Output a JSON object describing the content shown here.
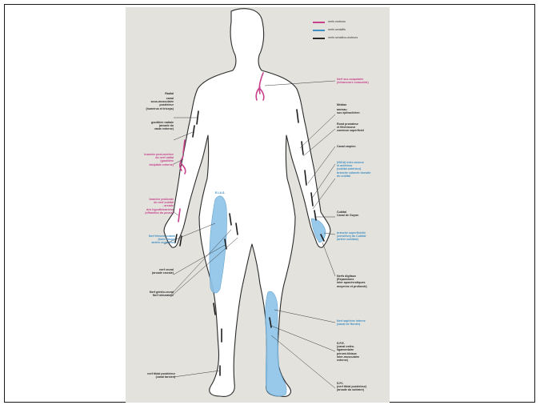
{
  "legend": [
    {
      "label": "nerfs moteurs",
      "color": "#c8418d"
    },
    {
      "label": "nerfs sensitifs",
      "color": "#3e8fc4"
    },
    {
      "label": "nerfs sensitivo-moteurs",
      "color": "#2b2b2b"
    }
  ],
  "labels_left": {
    "radial": "Radial",
    "radial_detail": "canal\nsous-musculaire\npostérieur\n(humérus et triceps)",
    "radial_groove": "gouttière radiale\n(arcade du\nvaste externe)",
    "radial_branch": "branche post-motrice\ndu nerf radial\n(gouttière\nbicipitale externe)",
    "cubital_deep": "branche profonde\ndu nerf cubital\n- arcade\ndes hypothénariens\n(effraction du pouce)",
    "femorocutaneous": "Nerf fémoro-cutané\n(bord iliaque\nantéro supérieur)",
    "crural": "nerf crural\n(arcade crurale)",
    "genito_crural": "Nerf génito-crural\nNerf obturateur",
    "tibial_posterior": "nerf tibial postérieur\n(canal tarsien)"
  },
  "labels_right": {
    "suprascapular": "Nerf sus-scapulaire\n(échancrure coracoïde)",
    "median": "Médian",
    "median_detail": "anneau\nsus épitrochléen",
    "pronator": "Rond pronateur\net fléchisseur\ncommun superficiel",
    "carpal": "Canal carpien",
    "interosseous": "(NIOA) inter-osseux\net antérieur\n(cubital antérieur)\nbranche cutanée dorsale\ndu cubital",
    "cubital": "Cubital\nCanal de Guyon",
    "superficial_cubital": "branche superficielle\n(sensitive) du Cubital\n(artère cubitale)",
    "digital": "Nerfs digitaux\n(Expansions\ninter aponévrotiques\nmoyenne et profonde)",
    "saphenous": "Nerf saphène interne\n(canal de Hunter)",
    "spe": "S.P.E.\n(canal ostéo-\nligamentaire\npéroné-tibiaux\ninter-musculaire\nexterne)",
    "spi": "S.P.I.\n(nerf tibial postérieur)\n(arcade du soléaire)"
  },
  "labels_center": {
    "eias": "E.I.A.S."
  }
}
